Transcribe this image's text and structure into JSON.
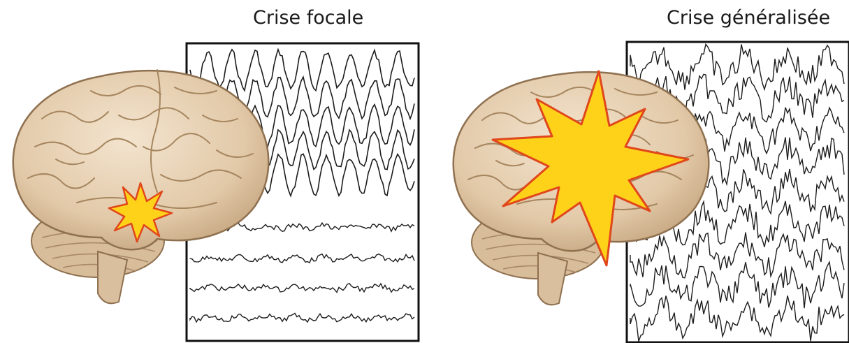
{
  "panels": [
    {
      "title": "Crise focale"
    },
    {
      "title": "Crise généralisée"
    }
  ],
  "colors": {
    "brain_fill": "#e7d2b5",
    "brain_shadow": "#c9aa86",
    "brain_stroke": "#8f7150",
    "burst_fill": "#ffd21a",
    "burst_stroke": "#e0471c",
    "trace": "#1c1c1c",
    "frame": "#111111"
  },
  "icons": [
    "brain-illustration",
    "seizure-burst-icon",
    "eeg-trace"
  ]
}
